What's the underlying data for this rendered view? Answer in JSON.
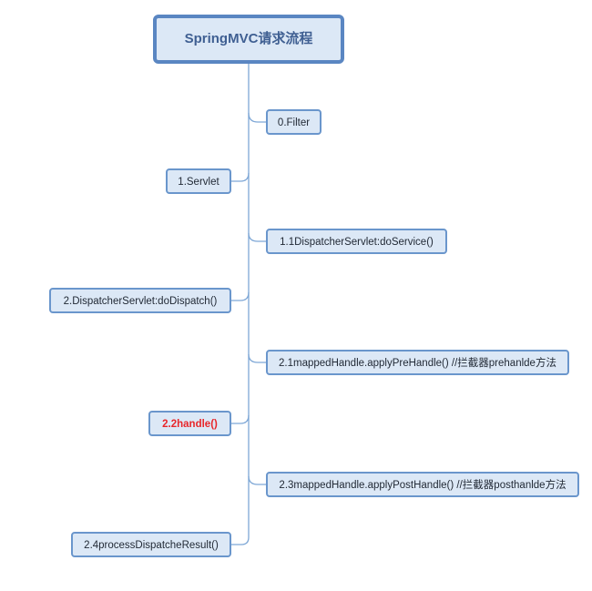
{
  "diagram": {
    "root": "SpringMVC请求流程",
    "nodes": [
      {
        "id": "filter",
        "label": "0.Filter",
        "side": "right",
        "highlight": false
      },
      {
        "id": "servlet",
        "label": "1.Servlet",
        "side": "left",
        "highlight": false
      },
      {
        "id": "do-service",
        "label": "1.1DispatcherServlet:doService()",
        "side": "right",
        "highlight": false
      },
      {
        "id": "do-dispatch",
        "label": "2.DispatcherServlet:doDispatch()",
        "side": "left",
        "highlight": false
      },
      {
        "id": "pre-handle",
        "label": "2.1mappedHandle.applyPreHandle() //拦截器prehanlde方法",
        "side": "right",
        "highlight": false
      },
      {
        "id": "handle",
        "label": "2.2handle()",
        "side": "left",
        "highlight": true
      },
      {
        "id": "post-handle",
        "label": "2.3mappedHandle.applyPostHandle() //拦截器posthanlde方法",
        "side": "right",
        "highlight": false
      },
      {
        "id": "process-result",
        "label": "2.4processDispatcheResult()",
        "side": "left",
        "highlight": false
      }
    ],
    "colors": {
      "node_fill": "#dce8f6",
      "node_border": "#6a96cc",
      "connector": "#7ea7d6",
      "root_text": "#3f5f92",
      "highlight_text": "#e8262a"
    }
  }
}
